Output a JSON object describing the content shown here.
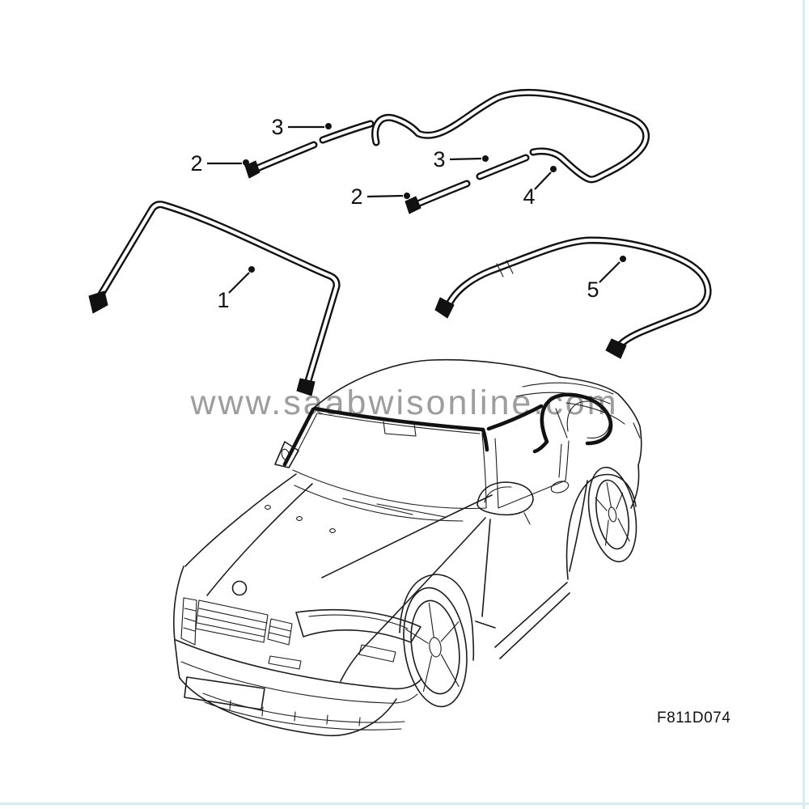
{
  "diagram": {
    "watermark": "www.saabwisonline.com",
    "code": "F811D074",
    "callouts": {
      "c1": "1",
      "c2a": "2",
      "c3a": "3",
      "c2b": "2",
      "c3b": "3",
      "c4": "4",
      "c5": "5"
    },
    "colors": {
      "line": "#1c1c1c",
      "watermark_gray": "#8c8c8c",
      "edge_border": "#d8edf0",
      "background": "#ffffff"
    }
  }
}
